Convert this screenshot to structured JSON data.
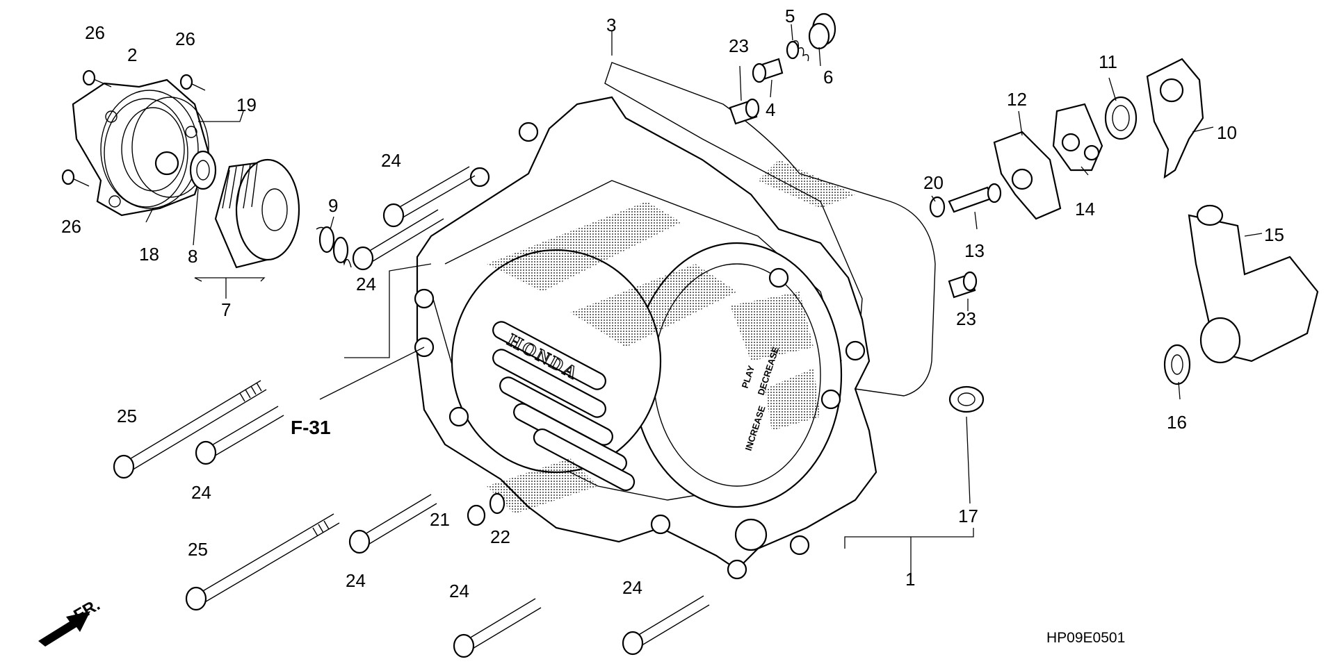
{
  "diagram": {
    "drawing_code": "HP09E0501",
    "reference_label": "F-31",
    "front_label": "FR.",
    "brand_mark": "HONDA",
    "cover_stamp": {
      "line1": "PLAY",
      "line2": "DECREASE",
      "line3": "INCREASE"
    },
    "callouts": [
      {
        "id": "c1",
        "text": "1"
      },
      {
        "id": "c2",
        "text": "2"
      },
      {
        "id": "c3",
        "text": "3"
      },
      {
        "id": "c4",
        "text": "4"
      },
      {
        "id": "c5",
        "text": "5"
      },
      {
        "id": "c6",
        "text": "6"
      },
      {
        "id": "c7",
        "text": "7"
      },
      {
        "id": "c8",
        "text": "8"
      },
      {
        "id": "c9",
        "text": "9"
      },
      {
        "id": "c10",
        "text": "10"
      },
      {
        "id": "c11",
        "text": "11"
      },
      {
        "id": "c12",
        "text": "12"
      },
      {
        "id": "c13",
        "text": "13"
      },
      {
        "id": "c14",
        "text": "14"
      },
      {
        "id": "c15",
        "text": "15"
      },
      {
        "id": "c16",
        "text": "16"
      },
      {
        "id": "c17",
        "text": "17"
      },
      {
        "id": "c18",
        "text": "18"
      },
      {
        "id": "c19",
        "text": "19"
      },
      {
        "id": "c20",
        "text": "20"
      },
      {
        "id": "c21",
        "text": "21"
      },
      {
        "id": "c22",
        "text": "22"
      },
      {
        "id": "c23a",
        "text": "23"
      },
      {
        "id": "c23b",
        "text": "23"
      },
      {
        "id": "c24a",
        "text": "24"
      },
      {
        "id": "c24b",
        "text": "24"
      },
      {
        "id": "c24c",
        "text": "24"
      },
      {
        "id": "c24d",
        "text": "24"
      },
      {
        "id": "c24e",
        "text": "24"
      },
      {
        "id": "c24f",
        "text": "24"
      },
      {
        "id": "c25a",
        "text": "25"
      },
      {
        "id": "c25b",
        "text": "25"
      },
      {
        "id": "c26a",
        "text": "26"
      },
      {
        "id": "c26b",
        "text": "26"
      },
      {
        "id": "c26c",
        "text": "26"
      }
    ]
  }
}
